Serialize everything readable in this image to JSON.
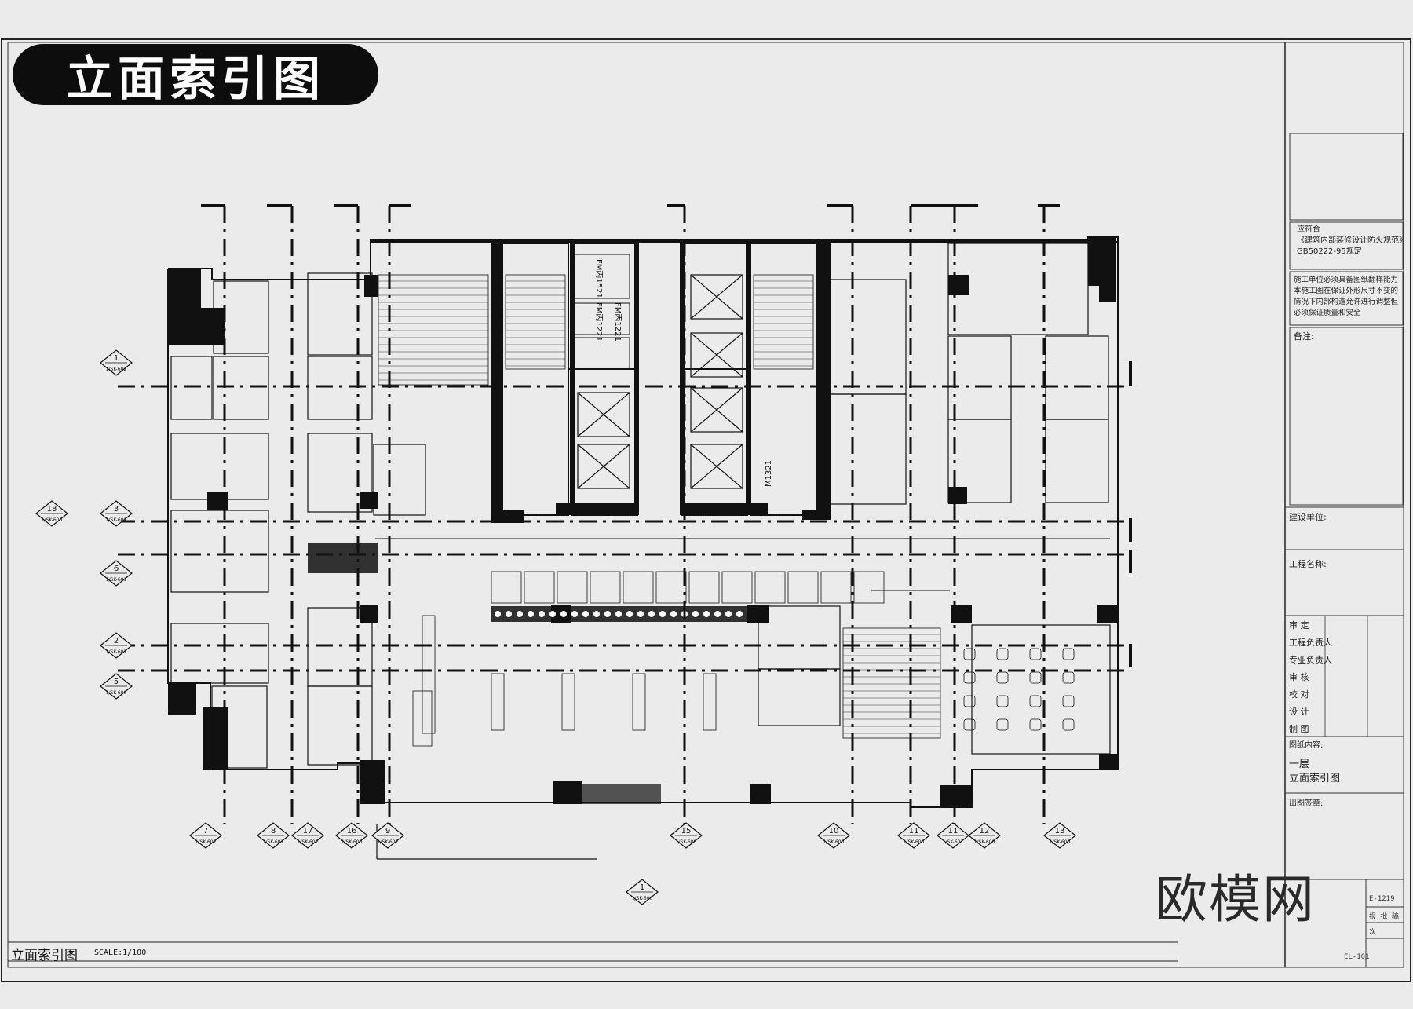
{
  "header": {
    "title": "立面索引图"
  },
  "footer": {
    "drawing_title": "立面索引图",
    "scale": "SCALE:1/100"
  },
  "brand": {
    "mark": "欧模网"
  },
  "title_block": {
    "fire_note": [
      "应符合",
      "《建筑内部装修设计防火规范》",
      "GB50222-95规定"
    ],
    "construction_note": [
      "施工单位必须具备图纸翻样能力",
      "本施工图在保证外形尺寸不变的",
      "情况下内部构造允许进行调整但",
      "必须保证质量和安全"
    ],
    "remarks_label": "备注:",
    "client_label": "建设单位:",
    "project_label": "工程名称:",
    "sign_rows": [
      "审 定",
      "工程负责人",
      "专业负责人",
      "审 核",
      "校 对",
      "设 计",
      "制 图"
    ],
    "drawing_content_label": "图纸内容:",
    "drawing_content": [
      "一层",
      "立面索引图"
    ],
    "drawing_no_label": "出图签章:",
    "sheet_code": "E-1219",
    "sheet_rows": [
      "报 批 稿",
      "次"
    ],
    "sheet_number": "EL-101"
  },
  "plan": {
    "room_labels": [
      "FM丙1521",
      "FM丙1221",
      "FM丙1221",
      "M1321"
    ],
    "index_markers": [
      {
        "num": "1",
        "ref": "1/SK-602"
      },
      {
        "num": "3",
        "ref": "1/SK-602"
      },
      {
        "num": "18",
        "ref": "1/SK-600"
      },
      {
        "num": "6",
        "ref": "1/SK-601"
      },
      {
        "num": "2",
        "ref": "1/SK-601"
      },
      {
        "num": "5",
        "ref": "1/SK-600"
      },
      {
        "num": "7",
        "ref": "1/SK-602"
      },
      {
        "num": "8",
        "ref": "1/SK-601"
      },
      {
        "num": "17",
        "ref": "1/SK-602"
      },
      {
        "num": "16",
        "ref": "1/SK-600"
      },
      {
        "num": "9",
        "ref": "1/SK-602"
      },
      {
        "num": "15",
        "ref": "1/SK-600"
      },
      {
        "num": "10",
        "ref": "1/SK-600"
      },
      {
        "num": "11",
        "ref": "1/SK-600"
      },
      {
        "num": "11",
        "ref": "1/SK-601"
      },
      {
        "num": "12",
        "ref": "1/SK-600"
      },
      {
        "num": "13",
        "ref": "1/SK-600"
      },
      {
        "num": "1",
        "ref": "1/SK-600"
      }
    ]
  },
  "colors": {
    "background": "#ebebeb",
    "ink": "#0d0d0d",
    "badge_text": "#ffffff"
  }
}
